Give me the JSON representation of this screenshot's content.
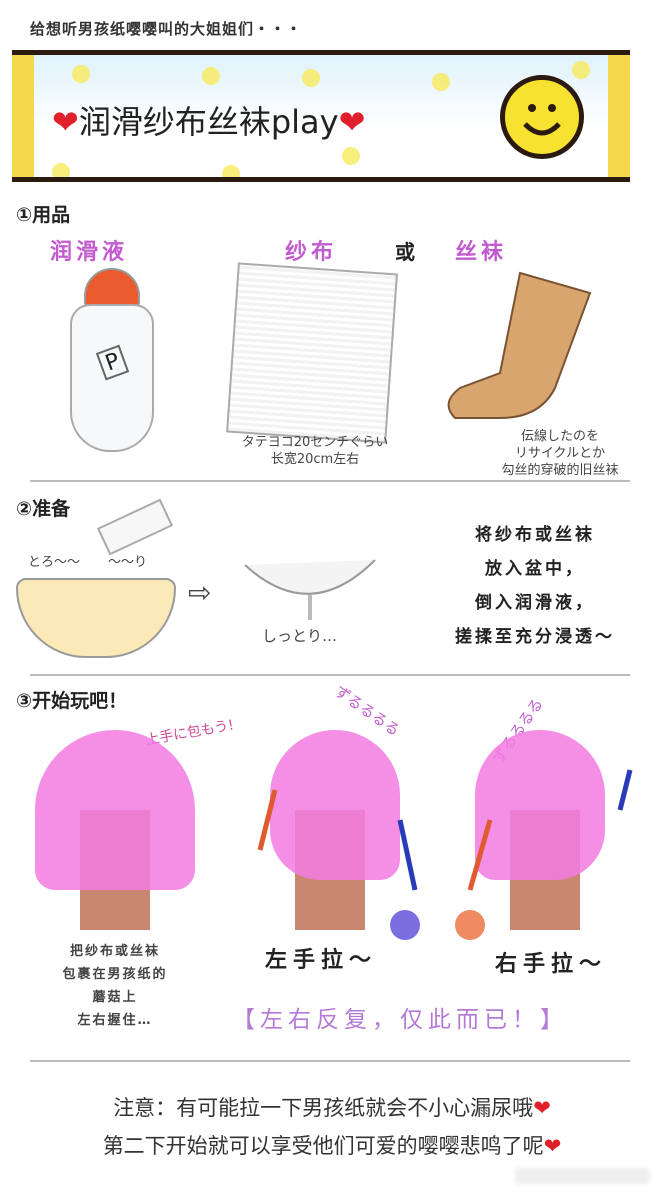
{
  "header": {
    "subtitle": "给想听男孩纸嘤嘤叫的大姐姐们・・・",
    "title": "润滑纱布丝袜play",
    "heart": "❤"
  },
  "section1": {
    "title": "①用品",
    "items": [
      {
        "label": "润滑液",
        "bottle_tag": "P"
      },
      {
        "label": "纱布",
        "caption_jp": "タテヨコ20センチぐらい",
        "caption_cn": "长宽20cm左右"
      },
      {
        "label": "或"
      },
      {
        "label": "丝袜",
        "caption_jp1": "伝線したのを",
        "caption_jp2": "リサイクルとか",
        "caption_cn": "勾丝的穿破的旧丝袜"
      }
    ]
  },
  "section2": {
    "title": "②准备",
    "pour_sfx_left": "とろ〜〜",
    "pour_sfx_right": "〜〜り",
    "wet_sfx": "しっとり…",
    "arrow": "⇨",
    "steps": [
      "将纱布或丝袜",
      "放入盆中，",
      "倒入润滑液，",
      "搓揉至充分浸透～"
    ]
  },
  "section3": {
    "title": "③开始玩吧！",
    "hint": "上手に包もう!",
    "sfx_left": "ずるるるる",
    "sfx_right": "ずるるるる",
    "caption_lines": [
      "把纱布或丝袜",
      "包裹在男孩纸的",
      "蘑菇上",
      "左右握住…"
    ],
    "left_pull": "左手拉～",
    "right_pull": "右手拉～",
    "repeat": "【左右反复，仅此而已！】"
  },
  "notes": [
    "注意：有可能拉一下男孩纸就会不小心漏尿哦",
    "第二下开始就可以享受他们可爱的嘤嘤悲鸣了呢"
  ],
  "colors": {
    "accent_pink": "#c35bd0",
    "cloth": "#f27be0",
    "arrow_red": "#e05a30",
    "arrow_blue": "#2a3bb8",
    "smiley": "#f8e230"
  }
}
